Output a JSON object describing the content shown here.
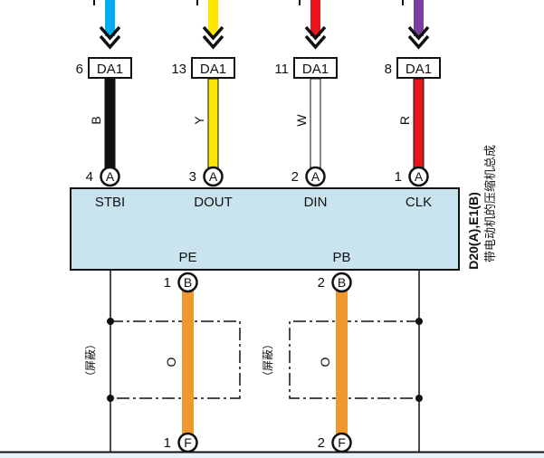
{
  "connector_in": {
    "name": "DA1",
    "pins": [
      {
        "pin": "6",
        "color": "#00aeef"
      },
      {
        "pin": "13",
        "color": "#ffe600"
      },
      {
        "pin": "11",
        "color": "#e8151b"
      },
      {
        "pin": "8",
        "color": "#7a3fa0"
      }
    ]
  },
  "wires_top": [
    {
      "code": "B",
      "color": "#111111"
    },
    {
      "code": "Y",
      "color": "#ffe600"
    },
    {
      "code": "W",
      "color": "#ffffff"
    },
    {
      "code": "R",
      "color": "#e8151b"
    }
  ],
  "component": {
    "id_label": "D20(A),E1(B)",
    "name_cn": "带电动机的压缩机总成",
    "fill": "#c9e4ef",
    "top_pins": [
      {
        "num": "4",
        "conn": "A",
        "label": "STBI"
      },
      {
        "num": "3",
        "conn": "A",
        "label": "DOUT"
      },
      {
        "num": "2",
        "conn": "A",
        "label": "DIN"
      },
      {
        "num": "1",
        "conn": "A",
        "label": "CLK"
      }
    ],
    "bottom_pins": [
      {
        "num": "1",
        "conn": "B",
        "label": "PE"
      },
      {
        "num": "2",
        "conn": "B",
        "label": "PB"
      }
    ]
  },
  "lower": {
    "wire_code": "O",
    "wire_color": "#f0982f",
    "shield_text": "（屏蔽）",
    "end_pins": [
      {
        "num": "1",
        "conn": "F"
      },
      {
        "num": "2",
        "conn": "F"
      }
    ]
  },
  "footer_color": "#e6f3f8"
}
